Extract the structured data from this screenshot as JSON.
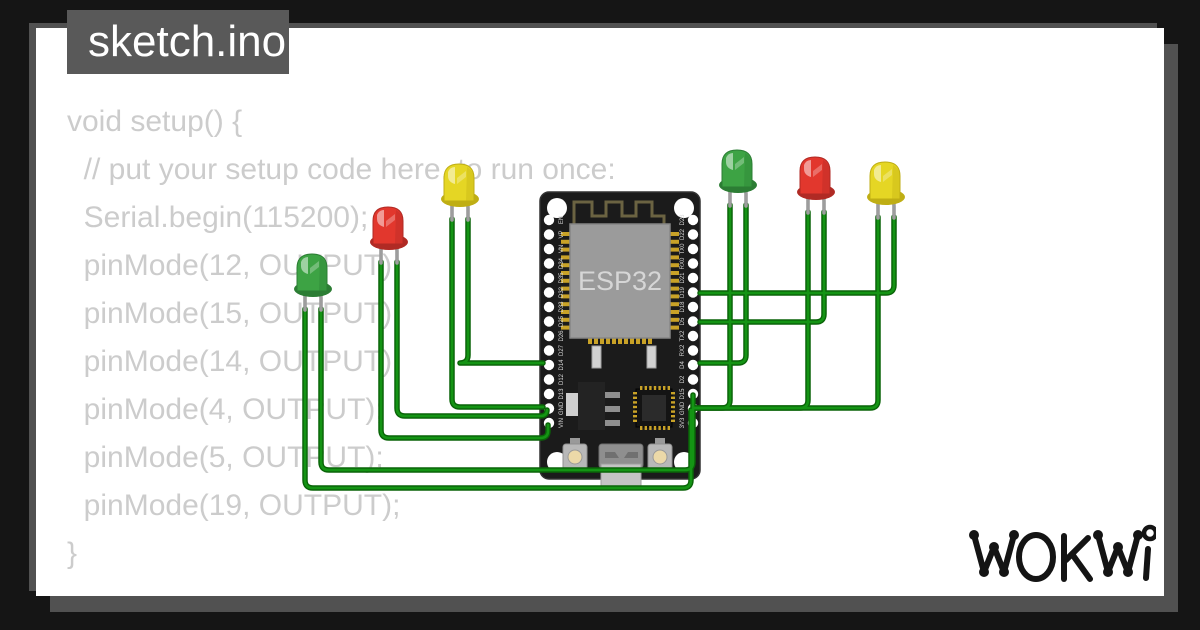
{
  "window": {
    "title": "sketch.ino"
  },
  "code": {
    "lines": [
      "void setup() {",
      "  // put your setup code here, to run once:",
      "  Serial.begin(115200);",
      "  pinMode(12, OUTPUT);",
      "  pinMode(15, OUTPUT);",
      "  pinMode(14, OUTPUT);",
      "  pinMode(4, OUTPUT);",
      "  pinMode(5, OUTPUT);",
      "  pinMode(19, OUTPUT);",
      "}"
    ]
  },
  "board": {
    "chip_label": "ESP32",
    "left_pins": [
      "EN",
      "VP",
      "VN",
      "D34",
      "D35",
      "D32",
      "D33",
      "D25",
      "D26",
      "D27",
      "D14",
      "D12",
      "D13",
      "GND",
      "VIN"
    ],
    "right_pins": [
      "D23",
      "D22",
      "TX0",
      "RX0",
      "D21",
      "D19",
      "D18",
      "D5",
      "TX2",
      "RX2",
      "D4",
      "D2",
      "D15",
      "GND",
      "3V3"
    ]
  },
  "leds": [
    {
      "name": "led-left-green",
      "color": "green"
    },
    {
      "name": "led-left-red",
      "color": "red"
    },
    {
      "name": "led-left-yellow",
      "color": "yellow"
    },
    {
      "name": "led-right-green",
      "color": "green"
    },
    {
      "name": "led-right-red",
      "color": "red"
    },
    {
      "name": "led-right-yellow",
      "color": "yellow"
    }
  ],
  "logo": {
    "text": "WOKWI"
  },
  "colors": {
    "frame_bg": "#151515",
    "shadow": "#515151",
    "title_bg": "#595959",
    "code_text": "#cccccc",
    "wire_dark": "#0a6408",
    "wire_bright": "#149414",
    "led_red": "#e2372d",
    "led_green": "#3da344",
    "led_yellow": "#e5d624"
  }
}
